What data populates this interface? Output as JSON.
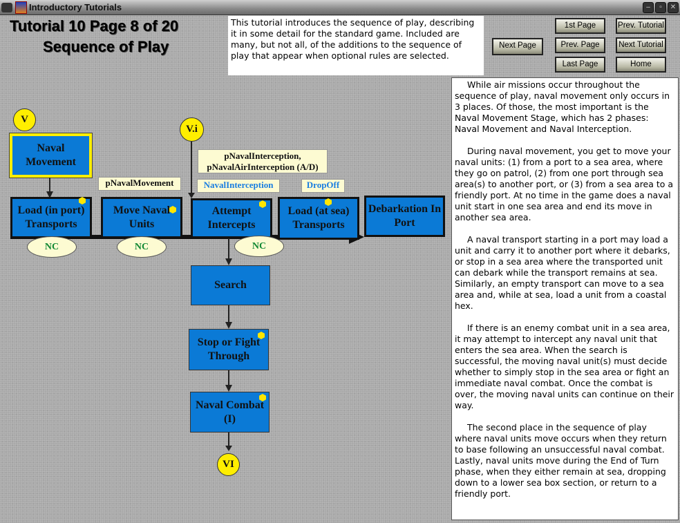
{
  "window": {
    "title": "Introductory Tutorials"
  },
  "header": {
    "line1": "Tutorial 10   Page 8 of 20",
    "line2": "Sequence of Play"
  },
  "description": "This tutorial introduces the sequence of play, describing it in some detail for the standard game. Included are many, but not all, of the additions to the sequence of play that appear when optional rules are selected.",
  "buttons": {
    "next_page": "Next Page",
    "first_page": "1st Page",
    "prev_page": "Prev. Page",
    "last_page": "Last Page",
    "prev_tutorial": "Prev. Tutorial",
    "next_tutorial": "Next Tutorial",
    "home": "Home"
  },
  "diagram": {
    "start": "V",
    "sub": "V.i",
    "end": "VI",
    "naval_movement": "Naval Movement",
    "steps": [
      "Load (in port) Transports",
      "Move Naval Units",
      "Attempt Intercepts",
      "Load (at sea) Transports",
      "Debarkation In Port"
    ],
    "vertical_steps": [
      "Search",
      "Stop or Fight Through",
      "Naval Combat (I)"
    ],
    "nc": "NC",
    "labels": {
      "p_naval_movement": "pNavalMovement",
      "p_interception": "pNavalInterception,",
      "p_air_interception": "pNavalAirInterception (A/D)",
      "naval_interception": "NavalInterception",
      "drop_off": "DropOff"
    }
  },
  "panel": [
    "While air missions occur throughout the sequence of play, naval movement only occurs in 3 places. Of those, the most important is the Naval Movement Stage, which has 2 phases: Naval Movement and Naval Interception.",
    "During naval movement, you get to move your naval units: (1) from a port to a sea area, where they go on patrol, (2) from one port through sea area(s) to another port, or (3) from a sea area to a friendly port.  At no time in the game does a naval unit start in one sea area and end its move in another sea area.",
    "A naval transport starting in a port may load a unit and carry it to another port where it debarks, or stop in a sea area where the transported unit can debark while the transport remains at sea.  Similarly, an empty transport can move to a sea area and, while at sea, load a unit from a coastal hex.",
    "If there is an enemy combat unit in a sea area, it may attempt to intercept any naval unit that enters the sea area.  When the search is successful, the moving naval unit(s) must decide whether to simply stop in the sea area or fight an immediate naval combat.  Once the combat is over, the moving naval units can continue on their way.",
    "The second place in the sequence of play where naval units move occurs when they return to base following an unsuccessful naval combat.  Lastly, naval units move during the End of Turn phase, when they either remain at sea, dropping down to a lower sea box section, or return to a friendly port."
  ]
}
